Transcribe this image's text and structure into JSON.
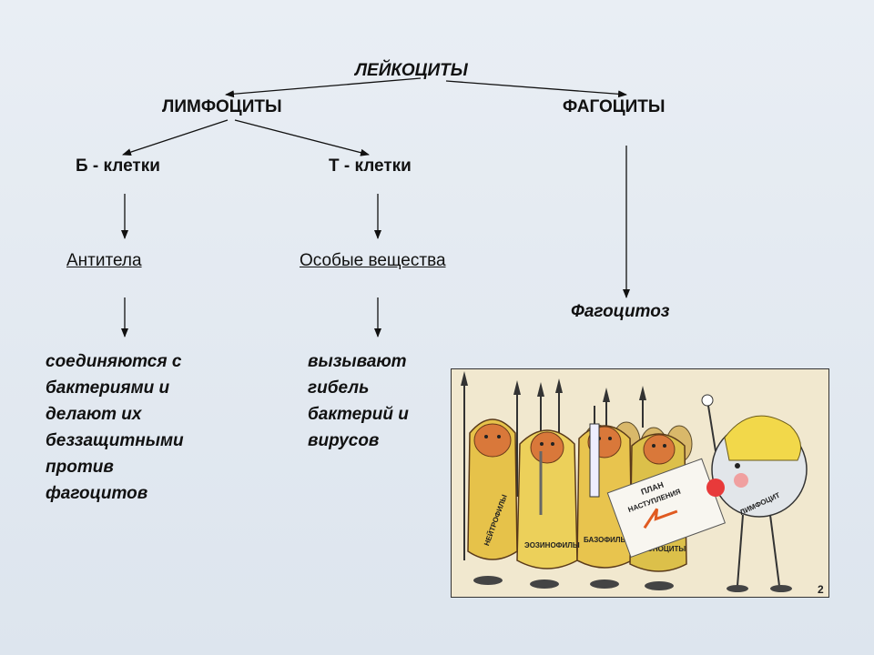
{
  "diagram": {
    "root": "ЛЕЙКОЦИТЫ",
    "lymphocytes": "ЛИМФОЦИТЫ",
    "phagocytes": "ФАГОЦИТЫ",
    "b_cells": "Б - клетки",
    "t_cells": "Т - клетки",
    "antibodies": "Антитела",
    "special_substances": "Особые вещества",
    "phagocytosis": "Фагоцитоз",
    "antibodies_desc": [
      "соединяются с",
      "бактериями и",
      "делают их",
      "беззащитными",
      "против",
      "фагоцитов"
    ],
    "substances_desc": [
      "вызывают",
      "гибель",
      "бактерий и",
      "вирусов"
    ]
  },
  "cartoon": {
    "labels": [
      "НЕЙТРОФИЛЫ",
      "ЭОЗИНОФИЛЫ",
      "БАЗОФИЛЫ",
      "МОНОЦИТЫ",
      "ЛИМФОЦИТ"
    ],
    "plan_title": "ПЛАН",
    "plan_subtitle": "НАСТУПЛЕНИЯ",
    "corner": "2"
  }
}
